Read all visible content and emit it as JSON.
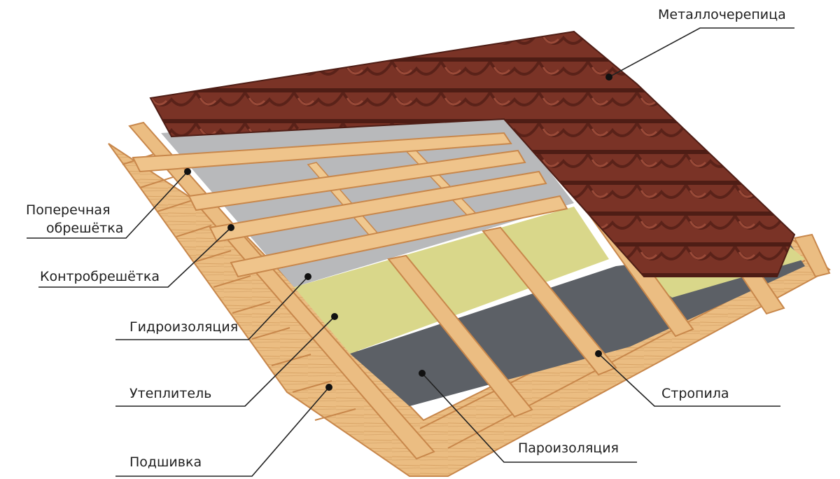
{
  "labels": {
    "metal_tile": "Металлочерепица",
    "cross_batten_1": "Поперечная",
    "cross_batten_2": "обрешётка",
    "counter_batten": "Контробрешётка",
    "waterproofing": "Гидроизоляция",
    "insulation": "Утеплитель",
    "lining": "Подшивка",
    "rafters": "Стропила",
    "vapor_barrier": "Пароизоляция"
  },
  "colors": {
    "tile": "#7a3326",
    "tile_dark": "#4e1d15",
    "wood": "#ebbd82",
    "wood_dark": "#c8874b",
    "membrane_light": "#b8b9bb",
    "membrane_dark": "#5c6066",
    "insulation": "#d9d78a",
    "leader": "#222222"
  }
}
